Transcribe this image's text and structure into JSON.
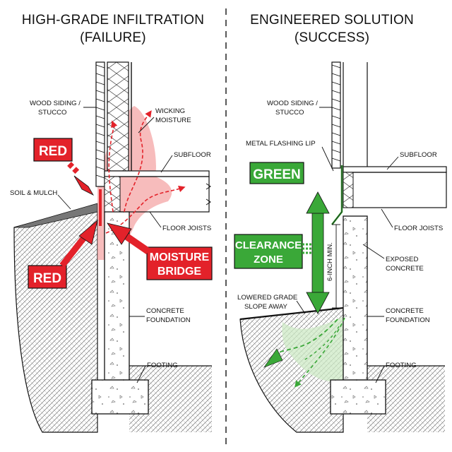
{
  "left": {
    "title_line1": "HIGH-GRADE INFILTRATION",
    "title_line2": "(FAILURE)",
    "labels": {
      "siding_1": "WOOD SIDING /",
      "siding_2": "STUCCO",
      "wicking_1": "WICKING",
      "wicking_2": "MOISTURE",
      "subfloor": "SUBFLOOR",
      "soil": "SOIL & MULCH",
      "floor_joists": "FLOOR JOISTS",
      "concrete_1": "CONCRETE",
      "concrete_2": "FOUNDATION",
      "footing": "FOOTING"
    },
    "callouts": {
      "red_top": "RED",
      "red_bottom": "RED",
      "bridge_1": "MOISTURE",
      "bridge_2": "BRIDGE"
    }
  },
  "right": {
    "title_line1": "ENGINEERED SOLUTION",
    "title_line2": "(SUCCESS)",
    "labels": {
      "siding_1": "WOOD SIDING /",
      "siding_2": "STUCCO",
      "flashing": "METAL FLASHING LIP",
      "subfloor": "SUBFLOOR",
      "floor_joists": "FLOOR JOISTS",
      "exposed_1": "EXPOSED",
      "exposed_2": "CONCRETE",
      "grade_1": "LOWERED GRADE",
      "grade_2": "SLOPE AWAY",
      "concrete_1": "CONCRETE",
      "concrete_2": "FOUNDATION",
      "footing": "FOOTING",
      "six_inch": "6-INCH MIN."
    },
    "callouts": {
      "green": "GREEN",
      "clearance_1": "CLEARANCE",
      "clearance_2": "ZONE"
    }
  },
  "colors": {
    "red": "#e3222a",
    "green": "#3aa838",
    "pink": "#f4a6a6",
    "ink": "#111111"
  }
}
